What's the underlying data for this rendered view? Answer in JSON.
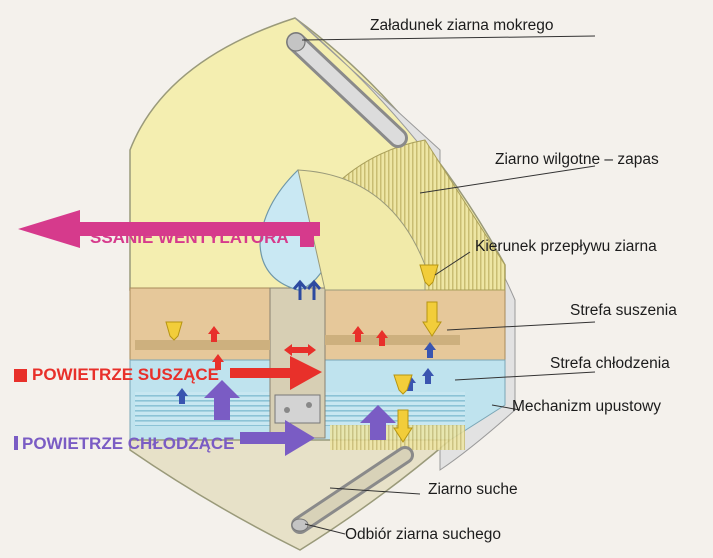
{
  "labels": {
    "wet_grain_loading": "Załadunek ziarna mokrego",
    "wet_grain_stock": "Ziarno wilgotne – zapas",
    "grain_flow_direction": "Kierunek przepływu ziarna",
    "drying_zone": "Strefa suszenia",
    "cooling_zone": "Strefa chłodzenia",
    "discharge_mechanism": "Mechanizm upustowy",
    "dry_grain": "Ziarno suche",
    "dry_grain_collection": "Odbiór ziarna suchego"
  },
  "side_labels": {
    "fan_suction": "SSANIE WENTYLATORA",
    "drying_air": "POWIETRZE SUSZĄCE",
    "cooling_air": "POWIETRZE CHŁODZĄCE"
  },
  "colors": {
    "fan_suction": "#d63a8c",
    "drying_air": "#e8302a",
    "cooling_air": "#7a5cc4",
    "upper_body": "#f4eeb0",
    "drying_band": "#e6c89a",
    "cooling_band": "#bfe3ee",
    "dry_bottom": "#e7e1c8",
    "arrow_yellow": "#f2cd3a"
  }
}
